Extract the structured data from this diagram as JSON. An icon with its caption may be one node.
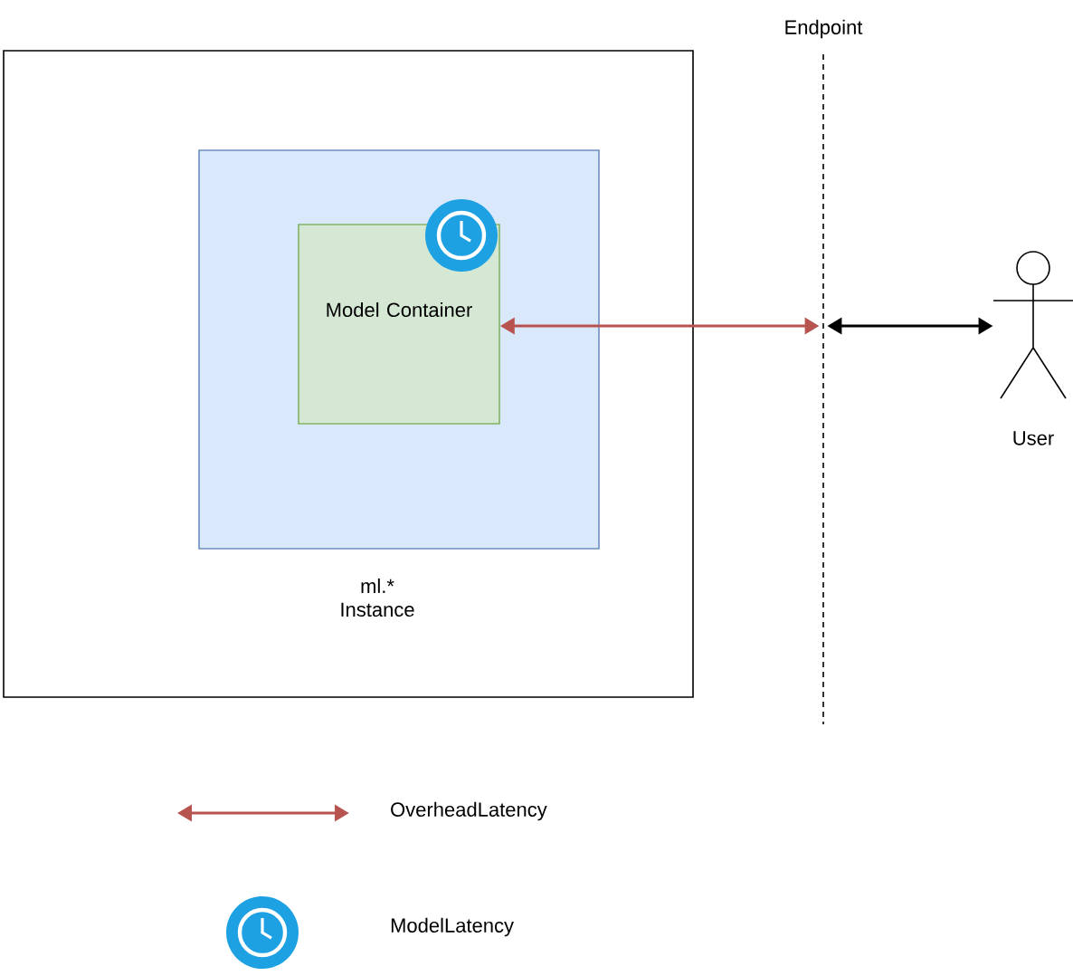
{
  "diagram": {
    "nodes": [
      {
        "text": [],
        "shape": "box"
      },
      {
        "text": [
          "ml.* Instance"
        ],
        "in": 0
      },
      {
        "text": [
          "Model Container"
        ],
        "in": 1
      },
      {
        "text": [
          "Endpoint"
        ]
      },
      {
        "text": [
          "User"
        ]
      }
    ],
    "edges": [
      {
        "from": 2,
        "to": 3,
        "arrow": "both",
        "color": "#b85450"
      },
      {
        "from": 3,
        "to": 4,
        "arrow": "both",
        "color": "#000000"
      }
    ],
    "legend": [
      {
        "text": "OverheadLatency"
      },
      {
        "text": "ModelLatency"
      }
    ]
  }
}
